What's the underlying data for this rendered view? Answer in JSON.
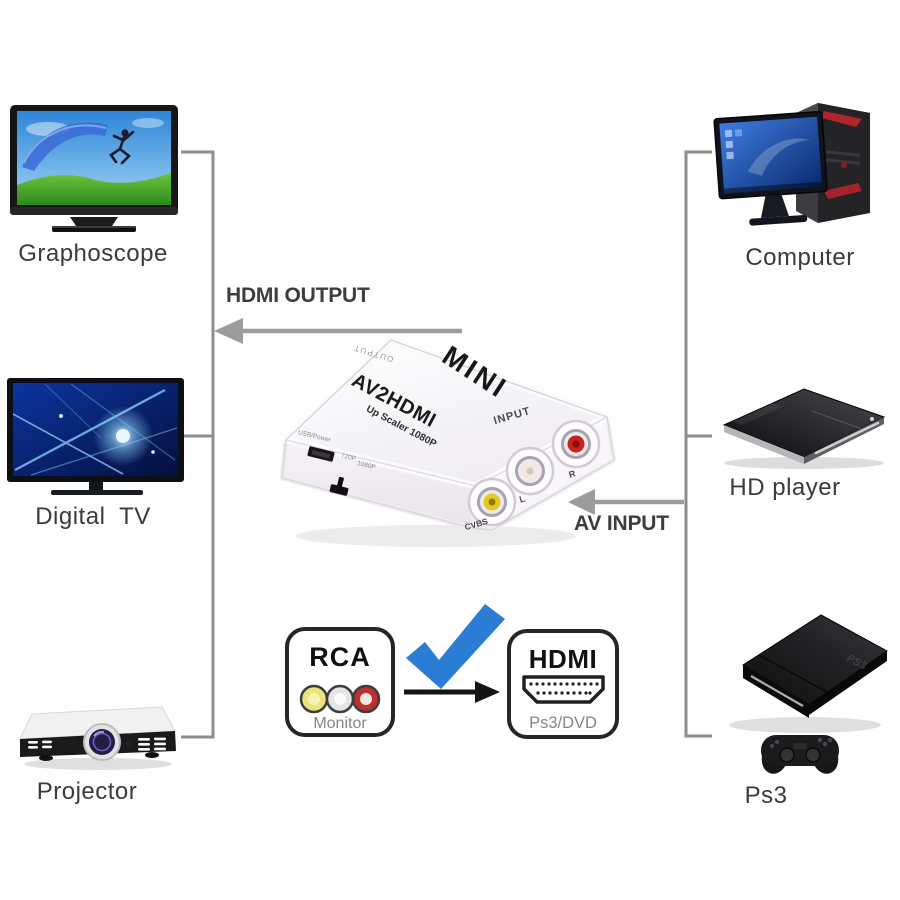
{
  "diagram": {
    "hdmi_output_label": "HDMI OUTPUT",
    "av_input_label": "AV INPUT",
    "line_color": "#8d8d8d",
    "arrow_color": "#9c9c9c"
  },
  "devices": {
    "graphoscope": "Graphoscope",
    "digital_tv": "Digital TV",
    "projector": "Projector",
    "computer": "Computer",
    "hd_player": "HD player",
    "ps3": "Ps3",
    "ps3_console_logo": "PS3"
  },
  "converter": {
    "brand": "MINI",
    "model": "AV2HDMI",
    "subtitle": "Up Scaler 1080P",
    "output_port_label": "OUTPUT",
    "input_label": "INPUT",
    "jacks": [
      {
        "label": "CVBS",
        "color": "#e5c81f",
        "hole": "#8f7a08"
      },
      {
        "label": "L",
        "color": "#efe9e0",
        "hole": "#cfc8bf"
      },
      {
        "label": "R",
        "color": "#cc1f1f",
        "hole": "#7c0d0d"
      }
    ],
    "usb_label": "USB/Power",
    "switch_labels": [
      "720P",
      "1080P"
    ]
  },
  "comparison": {
    "source": {
      "title": "RCA",
      "subtitle": "Monitor",
      "jack_colors": [
        "#e9e47b",
        "#e4e4e4",
        "#bf2f2f"
      ],
      "jack_inner_colors": [
        "#f7f3b2",
        "#fafafa",
        "#f0e8e1"
      ]
    },
    "target": {
      "title": "HDMI",
      "subtitle": "Ps3/DVD"
    },
    "check_color": "#2b7cd4",
    "arrow_color": "#141414"
  }
}
